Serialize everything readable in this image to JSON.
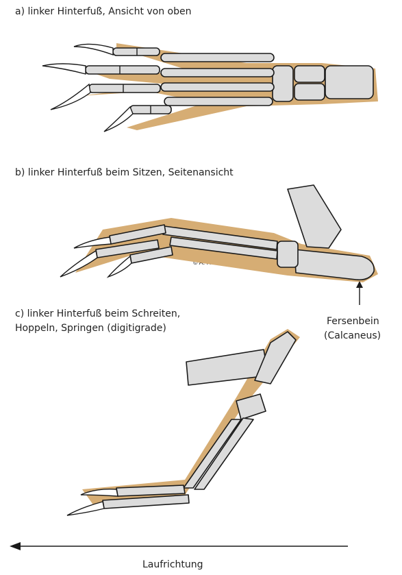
{
  "labels": {
    "a": "a) linker Hinterfuß, Ansicht von oben",
    "b": "b) linker Hinterfuß beim Sitzen, Seitenansicht",
    "c_line1": "c) linker Hinterfuß beim Schreiten,",
    "c_line2": "Hoppeln, Springen (digitigrade)",
    "calc_line1": "Fersenbein",
    "calc_line2": "(Calcaneus)",
    "direction": "Laufrichtung",
    "copyright": "© A. Rühle"
  },
  "colors": {
    "skin": "#d6ad74",
    "bone": "#dcdcdc",
    "outline": "#1a1a1a"
  }
}
